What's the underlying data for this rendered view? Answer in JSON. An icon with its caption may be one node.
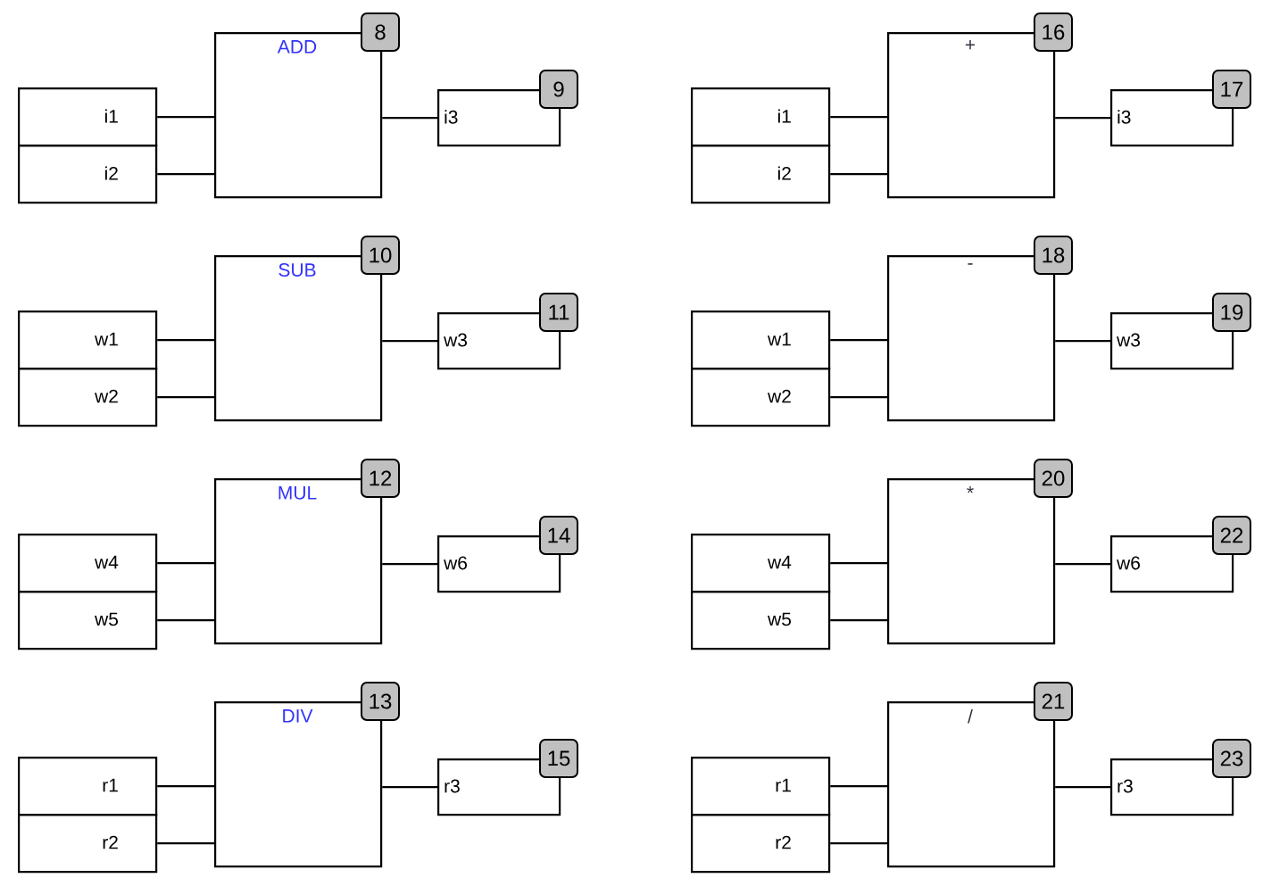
{
  "diagram": {
    "nodes": [
      {
        "text": [
          "i1"
        ]
      },
      {
        "text": [
          "i2"
        ]
      },
      {
        "text": [
          "ADD"
        ],
        "beside": [
          "8"
        ]
      },
      {
        "text": [
          "i3"
        ],
        "beside": [
          "9"
        ]
      },
      {
        "text": [
          "i1"
        ]
      },
      {
        "text": [
          "i2"
        ]
      },
      {
        "text": [
          "+"
        ],
        "beside": [
          "16"
        ]
      },
      {
        "text": [
          "i3"
        ],
        "beside": [
          "17"
        ]
      },
      {
        "text": [
          "w1"
        ]
      },
      {
        "text": [
          "w2"
        ]
      },
      {
        "text": [
          "SUB"
        ],
        "beside": [
          "10"
        ]
      },
      {
        "text": [
          "w3"
        ],
        "beside": [
          "11"
        ]
      },
      {
        "text": [
          "w1"
        ]
      },
      {
        "text": [
          "w2"
        ]
      },
      {
        "text": [
          "-"
        ],
        "beside": [
          "18"
        ]
      },
      {
        "text": [
          "w3"
        ],
        "beside": [
          "19"
        ]
      },
      {
        "text": [
          "w4"
        ]
      },
      {
        "text": [
          "w5"
        ]
      },
      {
        "text": [
          "MUL"
        ],
        "beside": [
          "12"
        ]
      },
      {
        "text": [
          "w6"
        ],
        "beside": [
          "14"
        ]
      },
      {
        "text": [
          "w4"
        ]
      },
      {
        "text": [
          "w5"
        ]
      },
      {
        "text": [
          "*"
        ],
        "beside": [
          "20"
        ]
      },
      {
        "text": [
          "w6"
        ],
        "beside": [
          "22"
        ]
      },
      {
        "text": [
          "r1"
        ]
      },
      {
        "text": [
          "r2"
        ]
      },
      {
        "text": [
          "DIV"
        ],
        "beside": [
          "13"
        ]
      },
      {
        "text": [
          "r3"
        ],
        "beside": [
          "15"
        ]
      },
      {
        "text": [
          "r1"
        ]
      },
      {
        "text": [
          "r2"
        ]
      },
      {
        "text": [
          "/"
        ],
        "beside": [
          "21"
        ]
      },
      {
        "text": [
          "r3"
        ],
        "beside": [
          "23"
        ]
      }
    ],
    "edges": [
      {
        "from": 0,
        "to": 2,
        "arrow": "none"
      },
      {
        "from": 1,
        "to": 2,
        "arrow": "none"
      },
      {
        "from": 2,
        "to": 3,
        "arrow": "none"
      },
      {
        "from": 4,
        "to": 6,
        "arrow": "none"
      },
      {
        "from": 5,
        "to": 6,
        "arrow": "none"
      },
      {
        "from": 6,
        "to": 7,
        "arrow": "none"
      },
      {
        "from": 8,
        "to": 10,
        "arrow": "none"
      },
      {
        "from": 9,
        "to": 10,
        "arrow": "none"
      },
      {
        "from": 10,
        "to": 11,
        "arrow": "none"
      },
      {
        "from": 12,
        "to": 14,
        "arrow": "none"
      },
      {
        "from": 13,
        "to": 14,
        "arrow": "none"
      },
      {
        "from": 14,
        "to": 15,
        "arrow": "none"
      },
      {
        "from": 16,
        "to": 18,
        "arrow": "none"
      },
      {
        "from": 17,
        "to": 18,
        "arrow": "none"
      },
      {
        "from": 18,
        "to": 19,
        "arrow": "none"
      },
      {
        "from": 20,
        "to": 22,
        "arrow": "none"
      },
      {
        "from": 21,
        "to": 22,
        "arrow": "none"
      },
      {
        "from": 22,
        "to": 23,
        "arrow": "none"
      },
      {
        "from": 24,
        "to": 26,
        "arrow": "none"
      },
      {
        "from": 25,
        "to": 26,
        "arrow": "none"
      },
      {
        "from": 26,
        "to": 27,
        "arrow": "none"
      },
      {
        "from": 28,
        "to": 30,
        "arrow": "none"
      },
      {
        "from": 29,
        "to": 30,
        "arrow": "none"
      },
      {
        "from": 30,
        "to": 31,
        "arrow": "none"
      }
    ]
  }
}
